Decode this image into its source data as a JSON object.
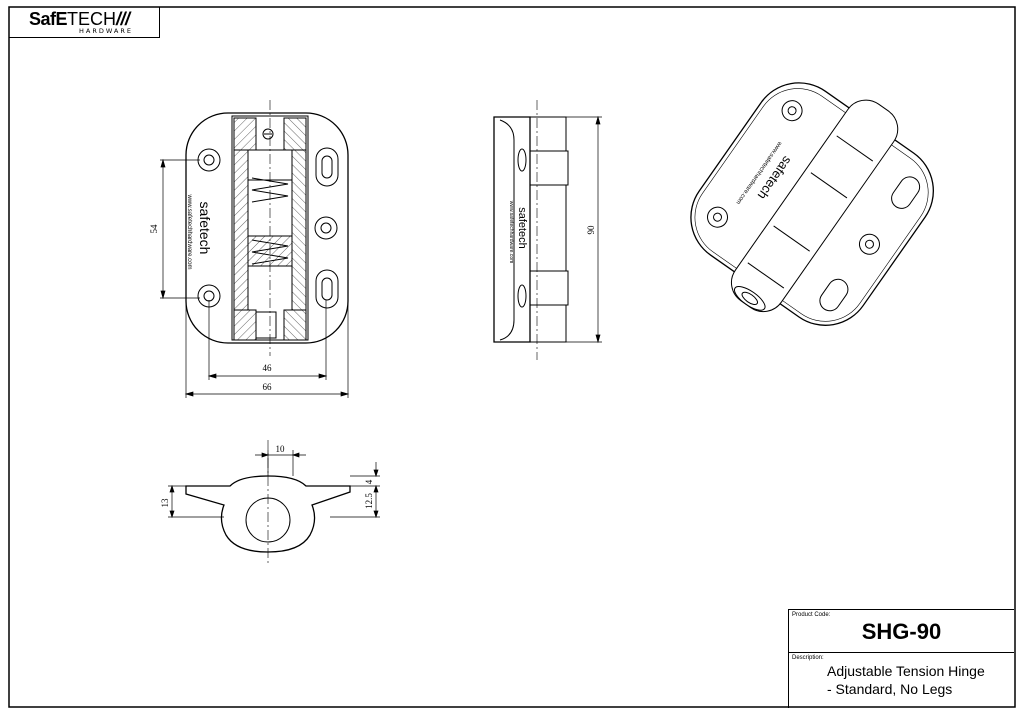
{
  "logo": {
    "brand_safe": "SafE",
    "brand_tech": "TECH",
    "brand_slashes": "///",
    "subtitle": "HARDWARE"
  },
  "dimensions": {
    "height_54": "54",
    "inner_width_46": "46",
    "outer_width_66": "66",
    "side_height_90": "90",
    "knuckle_width_10": "10",
    "profile_height_13": "13",
    "offset_4": "4",
    "profile_12_5": "12.5"
  },
  "hinge_branding": {
    "logo_text": "safetech",
    "website": "www.safetechhardware.com"
  },
  "title_block": {
    "product_code_label": "Product Code:",
    "product_code": "SHG-90",
    "description_label": "Description:",
    "description_line1": "Adjustable Tension Hinge",
    "description_line2": "- Standard, No Legs"
  }
}
